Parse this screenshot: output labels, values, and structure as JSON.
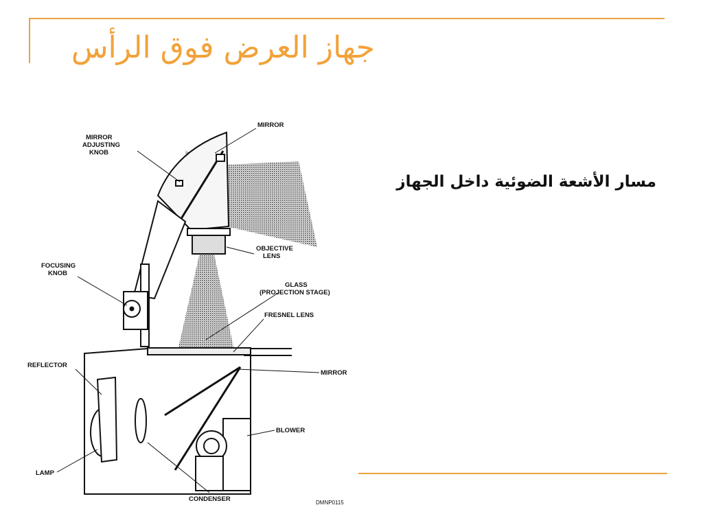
{
  "slide": {
    "title": "جهاز العرض فوق الرأس",
    "subtitle": "مسار الأشعة الضوئية داخل الجهاز"
  },
  "diagram": {
    "labels": {
      "mirror_top": "MIRROR",
      "mirror_adjusting_knob_1": "MIRROR",
      "mirror_adjusting_knob_2": "ADJUSTING",
      "mirror_adjusting_knob_3": "KNOB",
      "objective_lens_1": "OBJECTIVE",
      "objective_lens_2": "LENS",
      "focusing_knob_1": "FOCUSING",
      "focusing_knob_2": "KNOB",
      "glass_1": "GLASS",
      "glass_2": "(PROJECTION STAGE)",
      "fresnel_lens": "FRESNEL LENS",
      "reflector": "REFLECTOR",
      "mirror_bottom": "MIRROR",
      "blower": "BLOWER",
      "lamp": "LAMP",
      "condenser": "CONDENSER",
      "code": "DMNP0115"
    }
  },
  "colors": {
    "accent": "#e8a33d",
    "title": "#f2a23a"
  }
}
